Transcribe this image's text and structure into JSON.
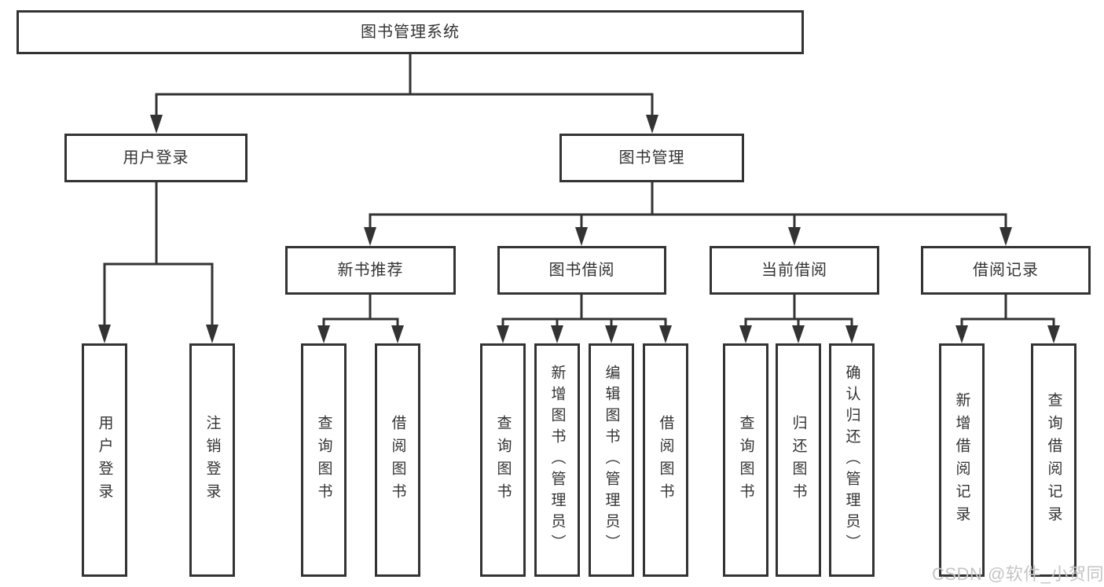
{
  "tree": {
    "label": "图书管理系统",
    "children": [
      {
        "label": "用户登录",
        "children": [
          {
            "label": "用户登录"
          },
          {
            "label": "注销登录"
          }
        ]
      },
      {
        "label": "图书管理",
        "children": [
          {
            "label": "新书推荐",
            "children": [
              {
                "label": "查询图书"
              },
              {
                "label": "借阅图书"
              }
            ]
          },
          {
            "label": "图书借阅",
            "children": [
              {
                "label": "查询图书"
              },
              {
                "label": "新增图书（管理员）"
              },
              {
                "label": "编辑图书（管理员）"
              },
              {
                "label": "借阅图书"
              }
            ]
          },
          {
            "label": "当前借阅",
            "children": [
              {
                "label": "查询图书"
              },
              {
                "label": "归还图书"
              },
              {
                "label": "确认归还（管理员）"
              }
            ]
          },
          {
            "label": "借阅记录",
            "children": [
              {
                "label": "新增借阅记录"
              },
              {
                "label": "查询借阅记录"
              }
            ]
          }
        ]
      }
    ]
  },
  "watermark": "CSDN @软件_小贺同学",
  "colors": {
    "line": "#333333",
    "text": "#333333",
    "watermark": "#c5c5c5",
    "background": "#ffffff"
  }
}
